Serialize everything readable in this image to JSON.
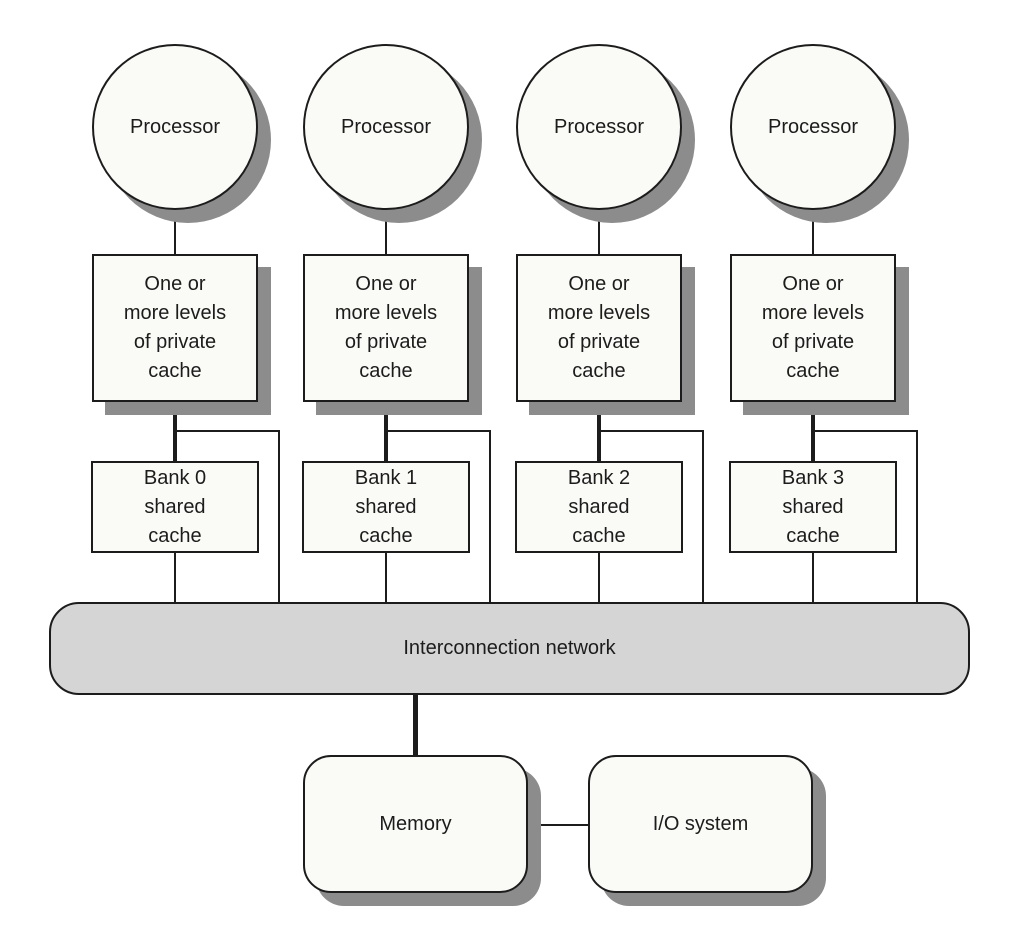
{
  "colors": {
    "background": "#ffffff",
    "node_fill": "#fafaf6",
    "interconnect_fill": "#d5d5d5",
    "shadow": "#8c8c8c",
    "line": "#1c1c1c"
  },
  "columns": [
    {
      "processor_label": "Processor",
      "private_cache_label": "One or\nmore levels\nof private\ncache",
      "shared_cache_label": "Bank 0\nshared\ncache"
    },
    {
      "processor_label": "Processor",
      "private_cache_label": "One or\nmore levels\nof private\ncache",
      "shared_cache_label": "Bank 1\nshared\ncache"
    },
    {
      "processor_label": "Processor",
      "private_cache_label": "One or\nmore levels\nof private\ncache",
      "shared_cache_label": "Bank 2\nshared\ncache"
    },
    {
      "processor_label": "Processor",
      "private_cache_label": "One or\nmore levels\nof private\ncache",
      "shared_cache_label": "Bank 3\nshared\ncache"
    }
  ],
  "interconnect": {
    "label": "Interconnection network"
  },
  "memory": {
    "label": "Memory"
  },
  "io": {
    "label": "I/O system"
  }
}
